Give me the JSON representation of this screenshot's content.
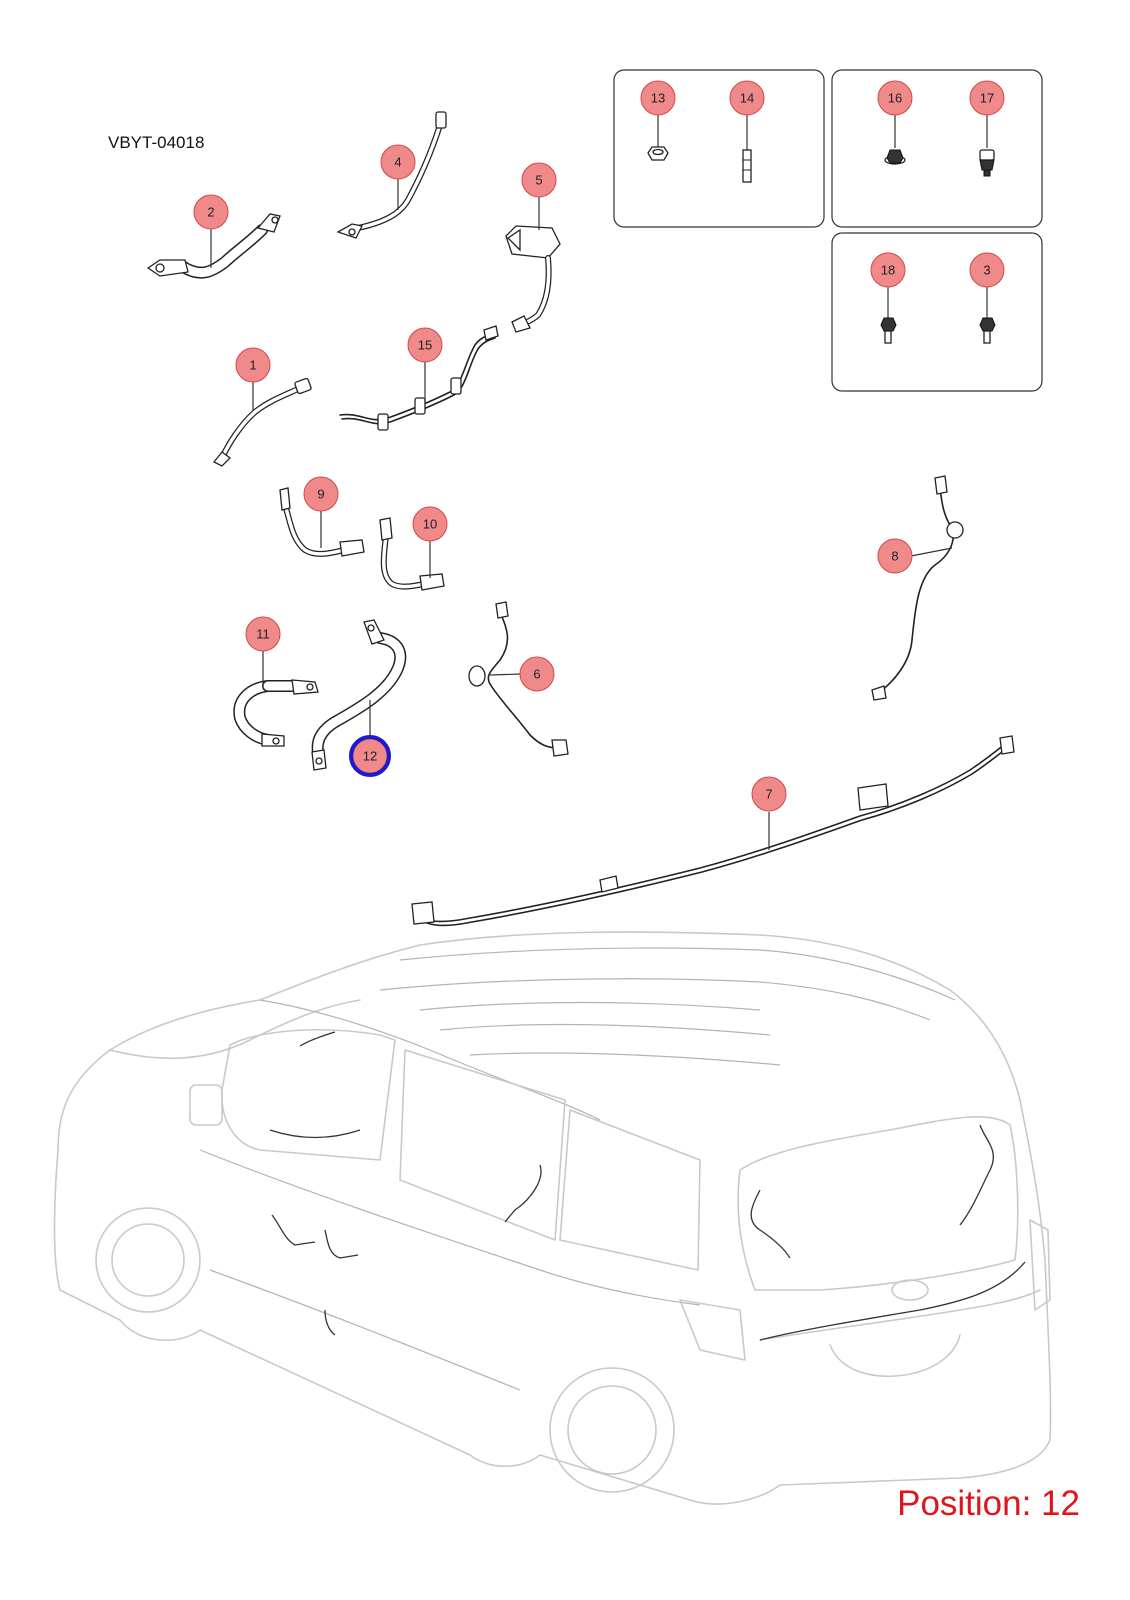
{
  "diagram": {
    "code": "VBYT-04018",
    "position_label": "Position: 12",
    "selected_callout": "12",
    "colors": {
      "callout_fill": "#f08a8a",
      "callout_stroke": "#d24848",
      "selection": "#1a1ad6",
      "position_text": "#e0151b"
    },
    "callouts": [
      {
        "label": "1"
      },
      {
        "label": "2"
      },
      {
        "label": "3"
      },
      {
        "label": "4"
      },
      {
        "label": "5"
      },
      {
        "label": "6"
      },
      {
        "label": "7"
      },
      {
        "label": "8"
      },
      {
        "label": "9"
      },
      {
        "label": "10"
      },
      {
        "label": "11"
      },
      {
        "label": "12"
      },
      {
        "label": "13"
      },
      {
        "label": "14"
      },
      {
        "label": "15"
      },
      {
        "label": "16"
      },
      {
        "label": "17"
      },
      {
        "label": "18"
      }
    ]
  }
}
